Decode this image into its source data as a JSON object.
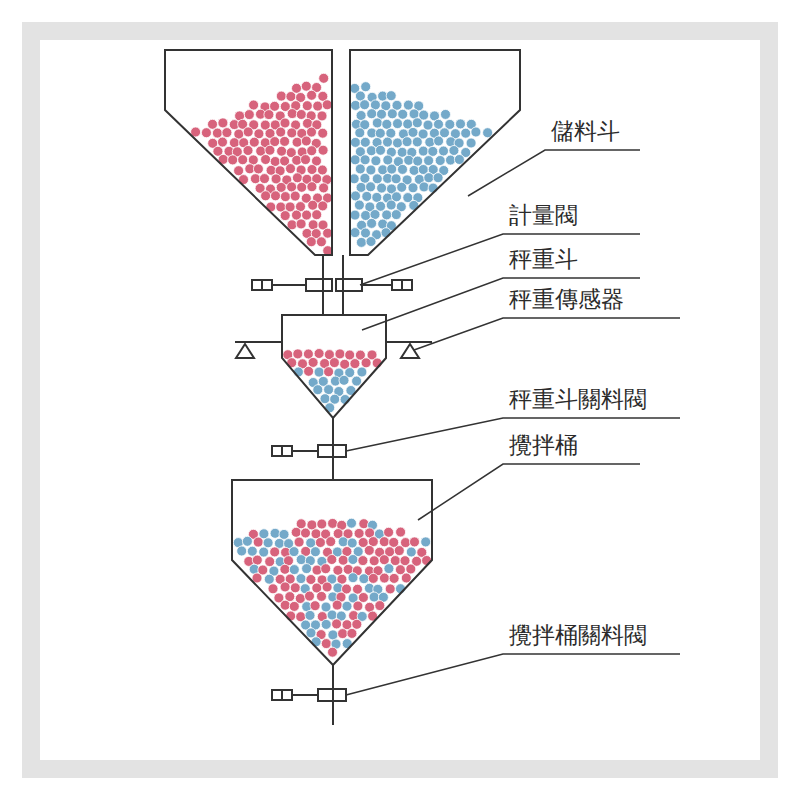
{
  "diagram": {
    "labels": [
      "儲料斗",
      "計量閥",
      "秤重斗",
      "秤重傳感器",
      "秤重斗關料閥",
      "攪拌桶",
      "攪拌桶關料閥"
    ]
  }
}
